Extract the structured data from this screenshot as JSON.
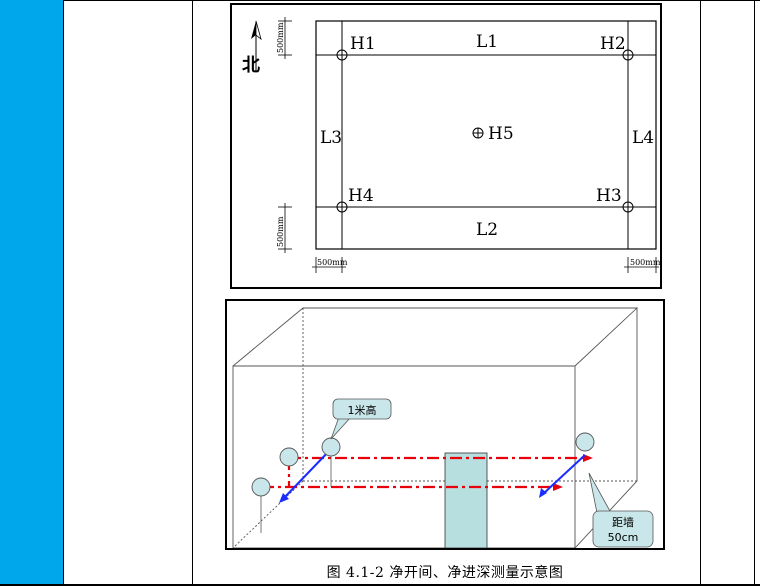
{
  "plan": {
    "north": "北",
    "dims": {
      "top_left": "500mm",
      "bottom_left": "500mm",
      "bottom_left_h": "500mm",
      "bottom_right": "500mm"
    },
    "labels": {
      "H1": "H1",
      "H2": "H2",
      "H3": "H3",
      "H4": "H4",
      "H5": "H5",
      "L1": "L1",
      "L2": "L2",
      "L3": "L3",
      "L4": "L4"
    }
  },
  "iso": {
    "callout_height": "1米高",
    "callout_wall_line1": "距墙",
    "callout_wall_line2": "50cm"
  },
  "caption": "图 4.1-2 净开间、净进深测量示意图",
  "colors": {
    "blue_column": "#00a7ea",
    "dash_red": "#e8000b",
    "arrow_blue": "#1a2cff",
    "door_fill": "#b7dfe0",
    "callout_fill": "#c9e7ea"
  }
}
